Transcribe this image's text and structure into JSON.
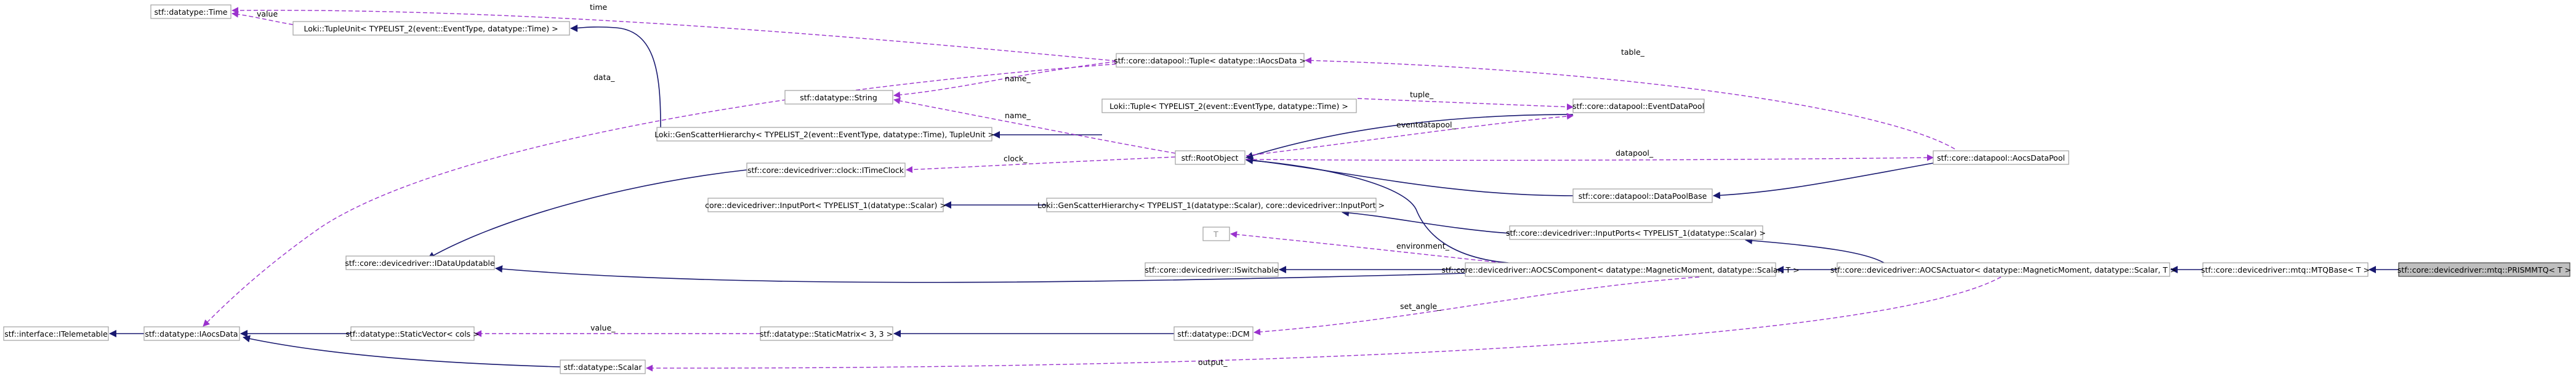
{
  "nodes": [
    {
      "id": "time",
      "label": "stf::datatype::Time"
    },
    {
      "id": "tupleunit",
      "label": "Loki::TupleUnit< TYPELIST_2(event::EventType, datatype::Time) >"
    },
    {
      "id": "tuple_aocs",
      "label": "stf::core::datapool::Tuple< datatype::IAocsData >"
    },
    {
      "id": "string",
      "label": "stf::datatype::String"
    },
    {
      "id": "loki_tuple",
      "label": "Loki::Tuple< TYPELIST_2(event::EventType, datatype::Time) >"
    },
    {
      "id": "eventdatapool",
      "label": "stf::core::datapool::EventDataPool"
    },
    {
      "id": "genscatter_event",
      "label": "Loki::GenScatterHierarchy< TYPELIST_2(event::EventType, datatype::Time), TupleUnit >"
    },
    {
      "id": "rootobject",
      "label": "stf::RootObject"
    },
    {
      "id": "aocsdatapool",
      "label": "stf::core::datapool::AocsDataPool"
    },
    {
      "id": "itimeclock",
      "label": "stf::core::devicedriver::clock::ITimeClock"
    },
    {
      "id": "datapoolbase",
      "label": "stf::core::datapool::DataPoolBase"
    },
    {
      "id": "inputport",
      "label": "core::devicedriver::InputPort< TYPELIST_1(datatype::Scalar) >"
    },
    {
      "id": "genscatter_scalar",
      "label": "Loki::GenScatterHierarchy< TYPELIST_1(datatype::Scalar), core::devicedriver::InputPort >"
    },
    {
      "id": "inputports",
      "label": "stf::core::devicedriver::InputPorts< TYPELIST_1(datatype::Scalar) >"
    },
    {
      "id": "tparam",
      "label": "T"
    },
    {
      "id": "idataupdatable",
      "label": "stf::core::devicedriver::IDataUpdatable"
    },
    {
      "id": "iswitchable",
      "label": "stf::core::devicedriver::ISwitchable"
    },
    {
      "id": "aocscomponent",
      "label": "stf::core::devicedriver::AOCSComponent< datatype::MagneticMoment, datatype::Scalar, T >"
    },
    {
      "id": "aocsactuator",
      "label": "stf::core::devicedriver::AOCSActuator< datatype::MagneticMoment, datatype::Scalar, T >"
    },
    {
      "id": "mtqbase",
      "label": "stf::core::devicedriver::mtq::MTQBase< T >"
    },
    {
      "id": "prismmtq",
      "label": "stf::core::devicedriver::mtq::PRISMMTQ< T >"
    },
    {
      "id": "itelemetable",
      "label": "stf::interface::ITelemetable"
    },
    {
      "id": "iaocsdata",
      "label": "stf::datatype::IAocsData"
    },
    {
      "id": "staticvector",
      "label": "stf::datatype::StaticVector< cols >"
    },
    {
      "id": "staticmatrix",
      "label": "stf::datatype::StaticMatrix< 3, 3 >"
    },
    {
      "id": "dcm",
      "label": "stf::datatype::DCM"
    },
    {
      "id": "scalar",
      "label": "stf::datatype::Scalar"
    }
  ],
  "edge_labels": {
    "time": "time",
    "value_time": "value",
    "data": "data_",
    "table": "table_",
    "name_tuple": "name_",
    "name_root": "name_",
    "tuple": "tuple_",
    "eventdatapool": "eventdatapool_",
    "clock": "clock_",
    "datapool": "datapool_",
    "environment": "environment_",
    "value_vector": "value_",
    "set_angle": "set_angle_",
    "output": "output_"
  },
  "colors": {
    "inheritance": "#191970",
    "usage": "#9a32cd",
    "node_border": "#a0a0a0",
    "highlight_fill": "#bfbfbf"
  }
}
